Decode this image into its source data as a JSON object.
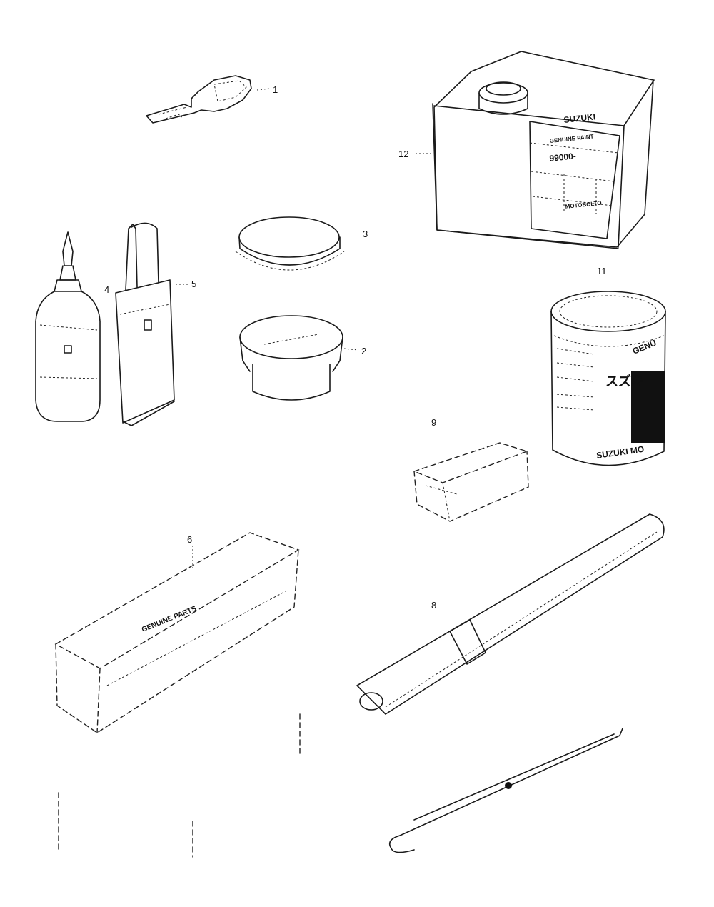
{
  "callouts": {
    "c1": "1",
    "c2": "2",
    "c3": "3",
    "c4": "4",
    "c5": "5",
    "c6": "6",
    "c8": "8",
    "c9": "9",
    "c11": "11",
    "c12": "12"
  },
  "paint_tin": {
    "brand": "SUZUKI",
    "line": "GENUINE PAINT",
    "part_no": "99000-",
    "maker": "MOTOBOLTO"
  },
  "paint_can": {
    "genuine": "GENU",
    "katakana": "スズキ",
    "brand": "SUZUKI MO"
  },
  "box": {
    "label": "GENUINE PARTS"
  }
}
